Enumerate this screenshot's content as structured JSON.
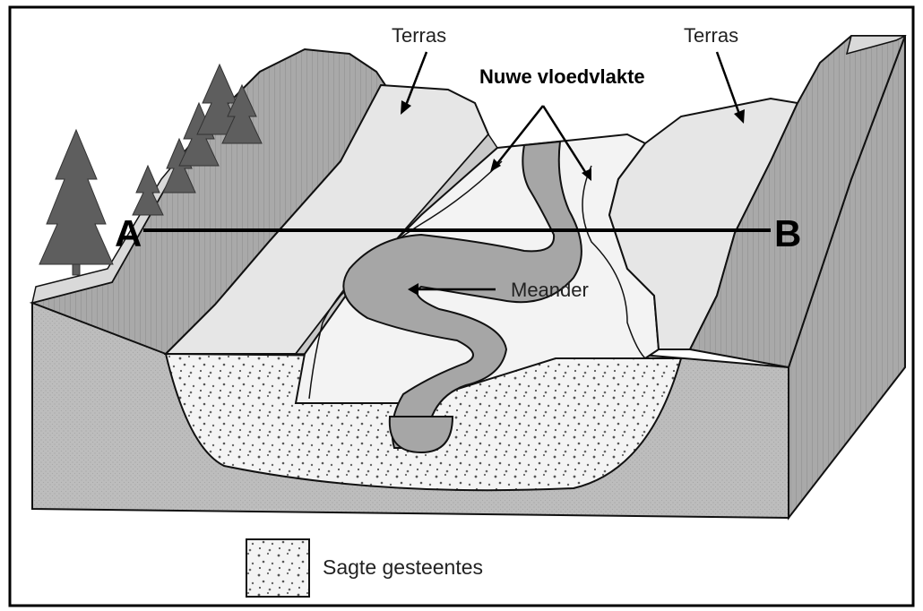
{
  "labels": {
    "terrace_left": "Terras",
    "terrace_right": "Terras",
    "new_floodplain": "Nuwe vloedvlakte",
    "point_a": "A",
    "point_b": "B",
    "meander": "Meander"
  },
  "legend": {
    "soft_rock": "Sagte gesteentes"
  },
  "colors": {
    "outline": "#111111",
    "terrace": "#e6e6e6",
    "floodplain": "#f3f3f3",
    "river": "#a6a6a6",
    "slope": "#9c9c9c",
    "block_side": "#b9b9b9",
    "soft_rock": "#f4f4f4",
    "tree": "#5e5e5e"
  }
}
